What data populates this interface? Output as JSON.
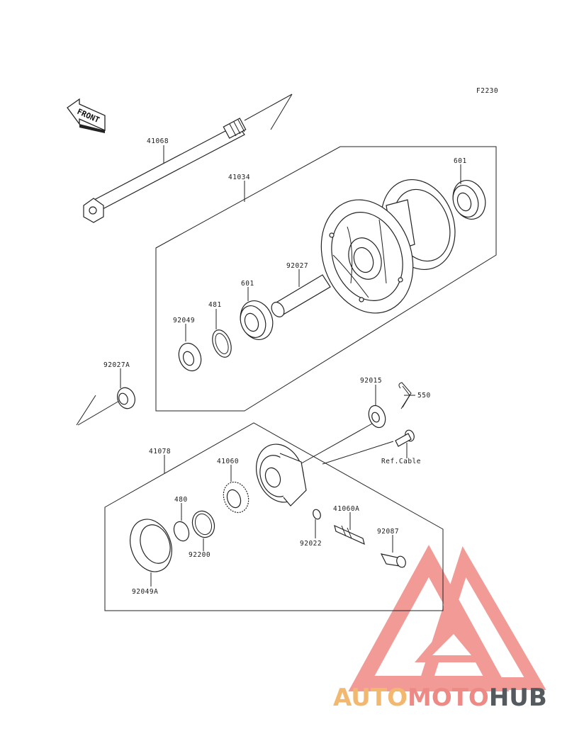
{
  "figure_code": "F2230",
  "front_label": "FRONT",
  "parts": {
    "p41068": "41068",
    "p41034": "41034",
    "p601_top": "601",
    "p92027": "92027",
    "p601_mid": "601",
    "p481": "481",
    "p92049": "92049",
    "p92027A": "92027A",
    "p92015": "92015",
    "p550": "550",
    "ref_cable": "Ref.Cable",
    "p41078": "41078",
    "p41060": "41060",
    "p480": "480",
    "p92200": "92200",
    "p92022": "92022",
    "p41060A": "41060A",
    "p92087": "92087",
    "p92049A": "92049A"
  },
  "watermark": {
    "auto": "AUTO",
    "moto": "MOTO",
    "hub": "HUB",
    "colors": {
      "auto": "#f2b870",
      "moto": "#ee8a86",
      "hub": "#555a5e",
      "logo": "#f08a84"
    }
  }
}
